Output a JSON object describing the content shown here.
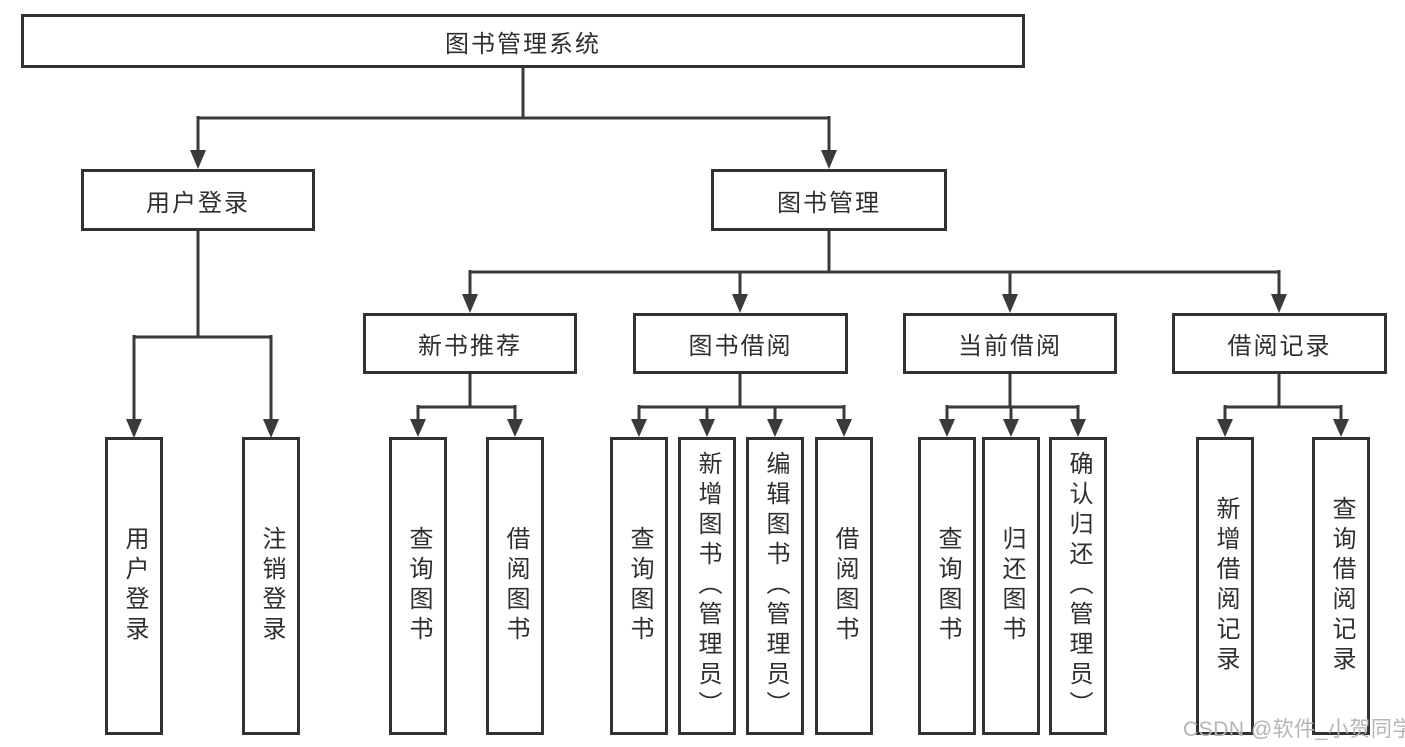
{
  "tree": {
    "root": "图书管理系统",
    "user_login": {
      "label": "用户登录",
      "children": [
        "用户登录",
        "注销登录"
      ]
    },
    "book_management": {
      "label": "图书管理",
      "sections": [
        {
          "label": "新书推荐",
          "children": [
            "查询图书",
            "借阅图书"
          ]
        },
        {
          "label": "图书借阅",
          "children": [
            "查询图书",
            "新增图书（管理员）",
            "编辑图书（管理员）",
            "借阅图书"
          ]
        },
        {
          "label": "当前借阅",
          "children": [
            "查询图书",
            "归还图书",
            "确认归还（管理员）"
          ]
        },
        {
          "label": "借阅记录",
          "children": [
            "新增借阅记录",
            "查询借阅记录"
          ]
        }
      ]
    },
    "watermark": "CSDN @软件_小贺同学",
    "colors": {
      "line": "#3a3a3a",
      "border": "#323232",
      "text": "#2f2f2f",
      "watermark": "#b5b5b5",
      "background": "#ffffff"
    }
  }
}
